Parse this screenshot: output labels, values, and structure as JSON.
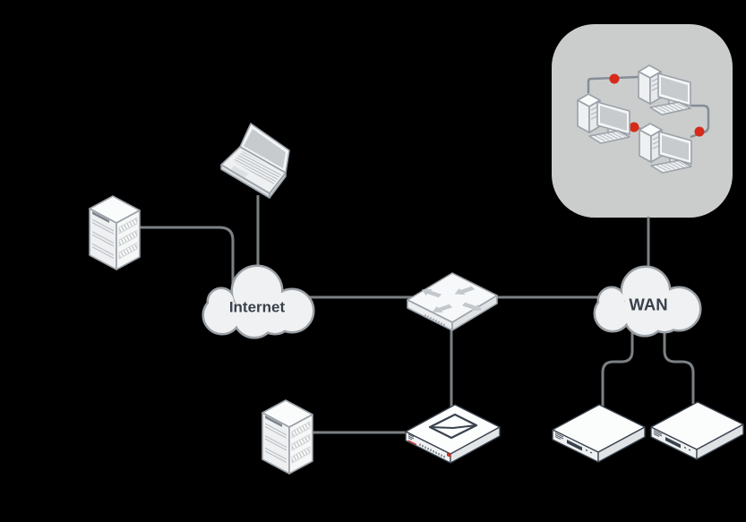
{
  "labels": {
    "internet": "Internet",
    "wan": "WAN"
  },
  "icons": {
    "top_left_server": "server-tower-icon",
    "laptop": "laptop-icon",
    "internet_cloud": "internet-cloud-icon",
    "router_switch": "router-switch-icon",
    "wan_cloud": "wan-cloud-icon",
    "lan_group": "lan-computers-group-icon",
    "lan_computers": [
      "desktop-pc-icon",
      "desktop-pc-icon",
      "desktop-pc-icon"
    ],
    "lan_node_dots": [
      "red-node-dot",
      "red-node-dot",
      "red-node-dot"
    ],
    "mail_server": "server-tower-icon",
    "mail_gateway": "mail-gateway-appliance-icon",
    "wan_router_1": "wan-router-appliance-icon",
    "wan_router_2": "wan-router-appliance-icon"
  },
  "colors": {
    "background": "#000000",
    "line": "#7b8084",
    "lan-bg": "#cbcdcd",
    "lan-line": "#858d95",
    "red": "#d52b1a",
    "cloud-fill": "#f0f1f2",
    "cloud-stroke": "#9aa0a5",
    "device-stroke": "#9aa1a8",
    "dark-stroke": "#39424d",
    "text": "#39414b"
  }
}
